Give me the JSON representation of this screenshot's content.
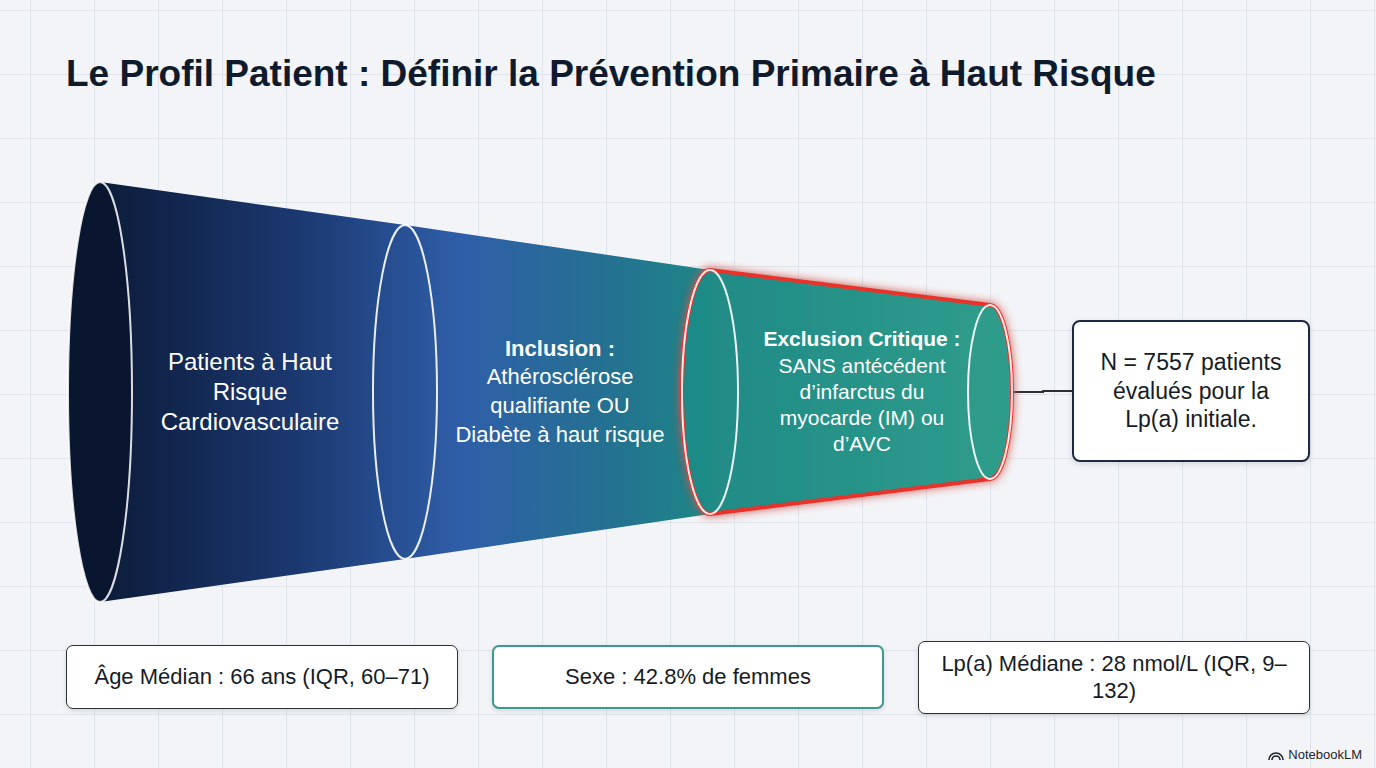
{
  "diagram": {
    "title": "Le Profil Patient : Définir la Prévention Primaire à Haut Risque",
    "nodes": [
      {
        "text": [
          "Patients à Haut Risque Cardiovasculaire"
        ]
      },
      {
        "text": [
          "Inclusion :",
          "Athérosclérose qualifiante OU Diabète à haut risque"
        ]
      },
      {
        "text": [
          "Exclusion Critique :",
          "SANS antécédent d’infarctus du myocarde (IM) ou d’AVC"
        ]
      },
      {
        "text": [
          "N = 7557 patients évalués pour la Lp(a) initiale."
        ]
      },
      {
        "text": [
          "Âge Médian : 66 ans (IQR, 60–71)"
        ]
      },
      {
        "text": [
          "Sexe : 42.8% de femmes"
        ]
      },
      {
        "text": [
          "Lp(a) Médiane : 28 nmol/L (IQR, 9–132)"
        ]
      }
    ],
    "edges": [
      {
        "from": 2,
        "to": 3,
        "arrow": "none"
      }
    ],
    "labels": [
      "NotebookLM"
    ]
  }
}
